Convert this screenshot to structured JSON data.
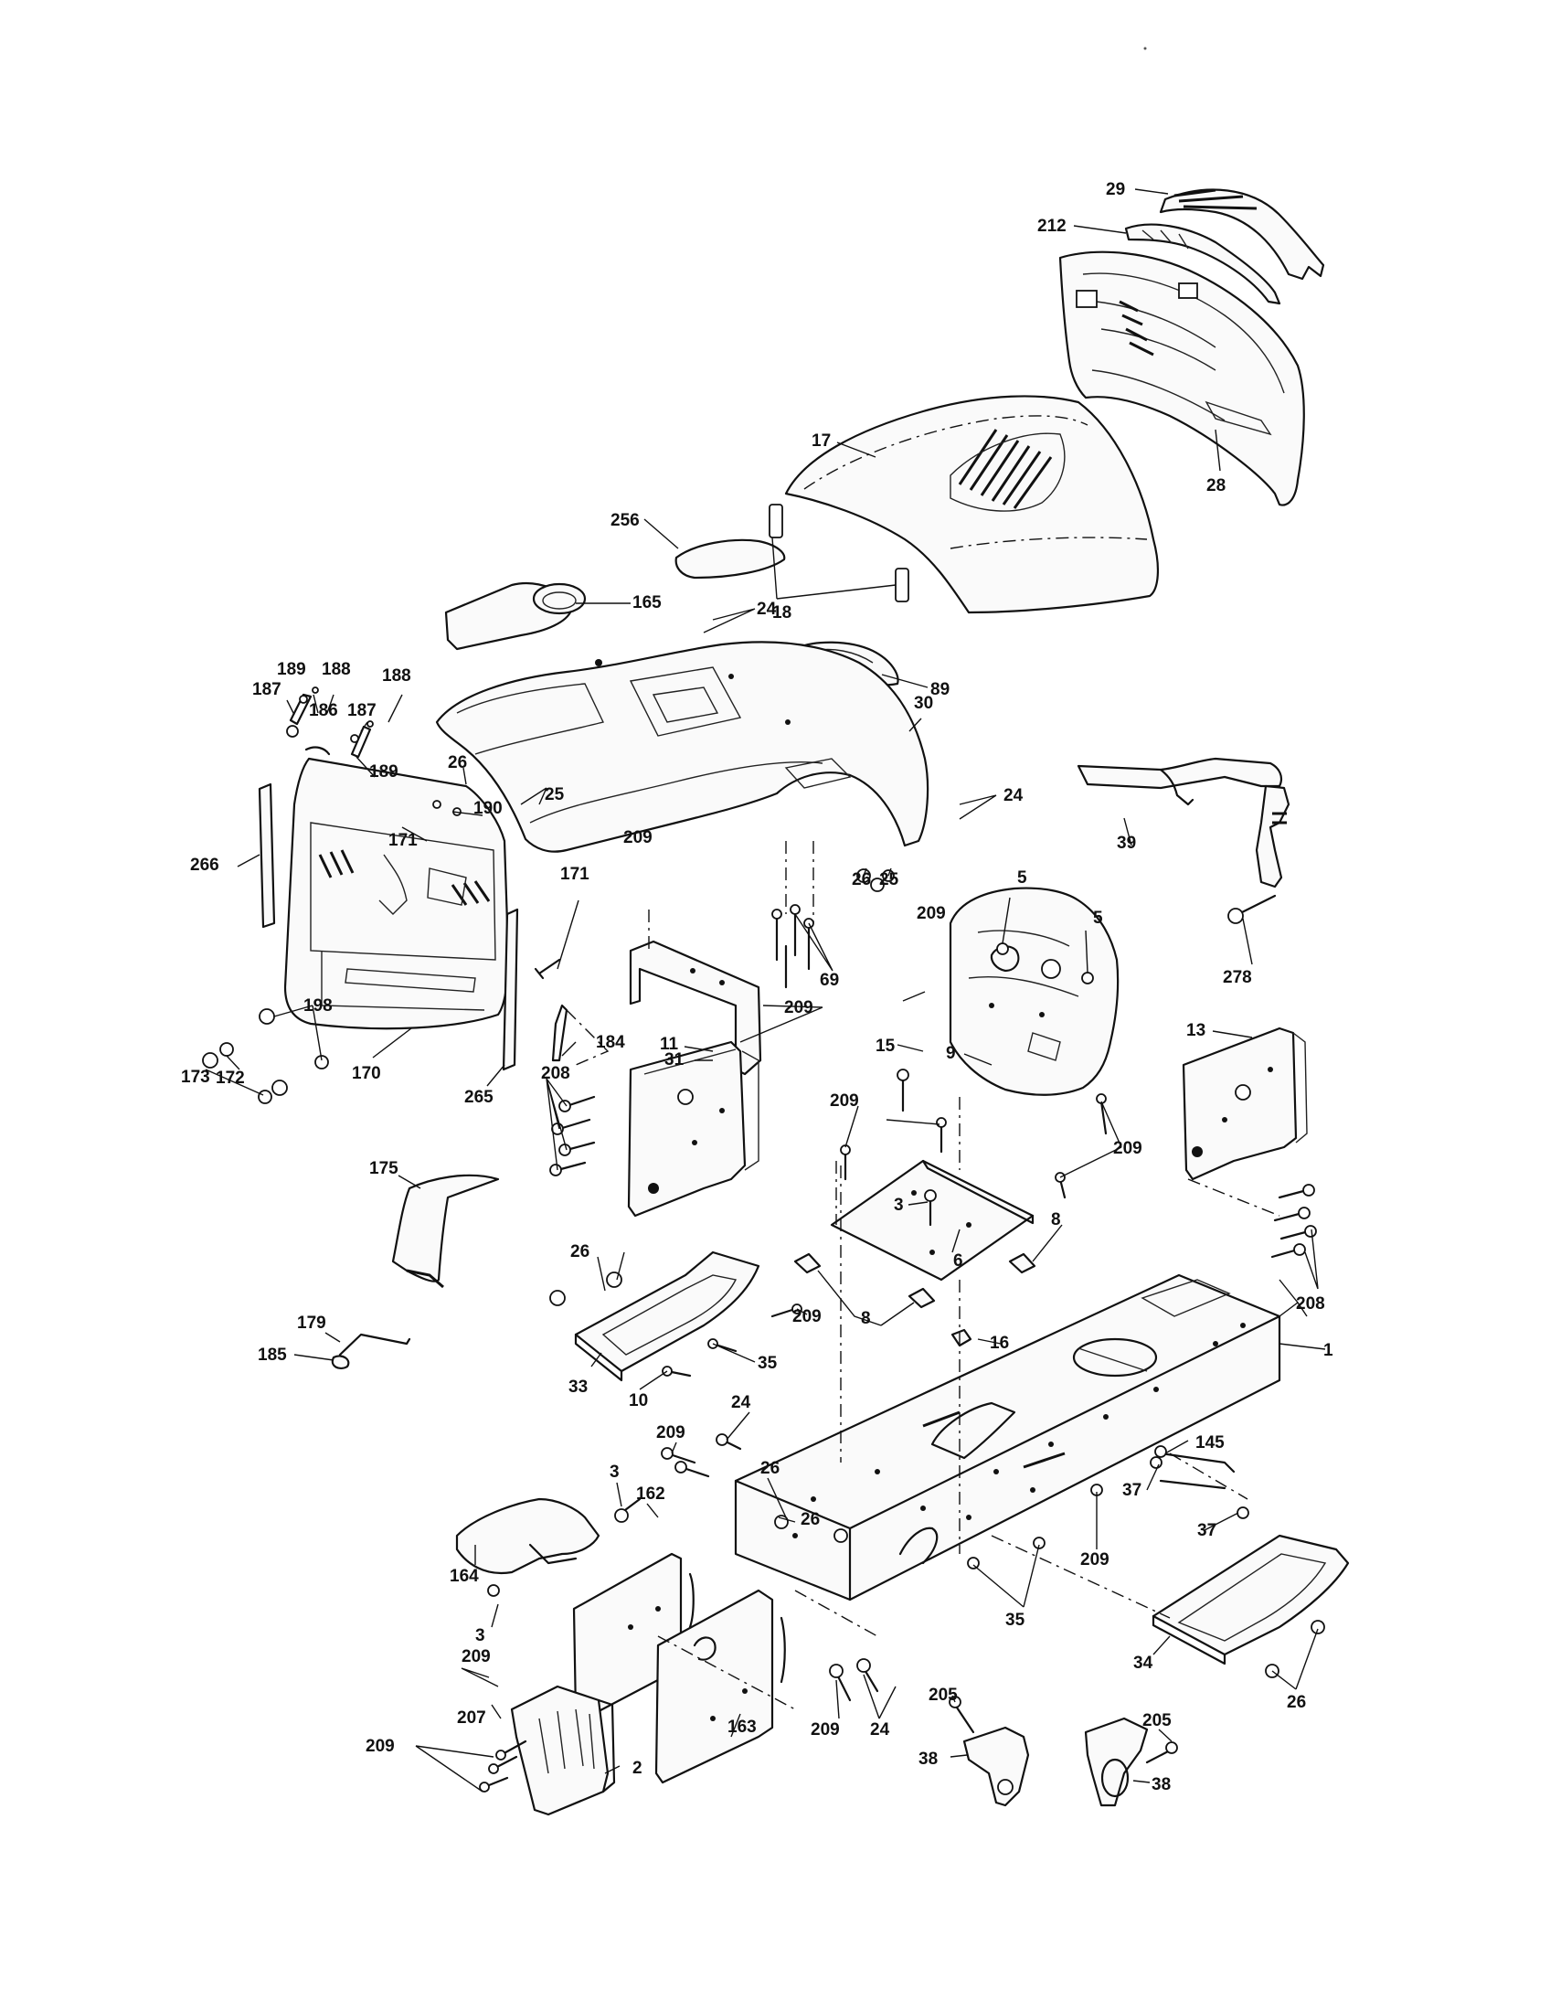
{
  "diagram": {
    "callouts": [
      {
        "id": "c-29",
        "label": "29"
      },
      {
        "id": "c-212",
        "label": "212"
      },
      {
        "id": "c-28",
        "label": "28"
      },
      {
        "id": "c-17",
        "label": "17"
      },
      {
        "id": "c-256",
        "label": "256"
      },
      {
        "id": "c-18",
        "label": "18"
      },
      {
        "id": "c-165",
        "label": "165"
      },
      {
        "id": "c-24a",
        "label": "24"
      },
      {
        "id": "c-89",
        "label": "89"
      },
      {
        "id": "c-30",
        "label": "30"
      },
      {
        "id": "c-24b",
        "label": "24"
      },
      {
        "id": "c-189a",
        "label": "189"
      },
      {
        "id": "c-188a",
        "label": "188"
      },
      {
        "id": "c-187a",
        "label": "187"
      },
      {
        "id": "c-188b",
        "label": "188"
      },
      {
        "id": "c-186",
        "label": "186"
      },
      {
        "id": "c-187b",
        "label": "187"
      },
      {
        "id": "c-189b",
        "label": "189"
      },
      {
        "id": "c-26a",
        "label": "26"
      },
      {
        "id": "c-25a",
        "label": "25"
      },
      {
        "id": "c-190",
        "label": "190"
      },
      {
        "id": "c-266",
        "label": "266"
      },
      {
        "id": "c-171a",
        "label": "171"
      },
      {
        "id": "c-171b",
        "label": "171"
      },
      {
        "id": "c-209a",
        "label": "209"
      },
      {
        "id": "c-26b",
        "label": "26"
      },
      {
        "id": "c-25b",
        "label": "25"
      },
      {
        "id": "c-39",
        "label": "39"
      },
      {
        "id": "c-5a",
        "label": "5"
      },
      {
        "id": "c-5b",
        "label": "5"
      },
      {
        "id": "c-209b",
        "label": "209"
      },
      {
        "id": "c-69",
        "label": "69"
      },
      {
        "id": "c-278",
        "label": "278"
      },
      {
        "id": "c-198",
        "label": "198"
      },
      {
        "id": "c-172",
        "label": "172"
      },
      {
        "id": "c-173",
        "label": "173"
      },
      {
        "id": "c-170",
        "label": "170"
      },
      {
        "id": "c-31",
        "label": "31"
      },
      {
        "id": "c-209c",
        "label": "209"
      },
      {
        "id": "c-9",
        "label": "9"
      },
      {
        "id": "c-184",
        "label": "184"
      },
      {
        "id": "c-265",
        "label": "265"
      },
      {
        "id": "c-11",
        "label": "11"
      },
      {
        "id": "c-15",
        "label": "15"
      },
      {
        "id": "c-13",
        "label": "13"
      },
      {
        "id": "c-208a",
        "label": "208"
      },
      {
        "id": "c-209d",
        "label": "209"
      },
      {
        "id": "c-209e",
        "label": "209"
      },
      {
        "id": "c-175",
        "label": "175"
      },
      {
        "id": "c-3a",
        "label": "3"
      },
      {
        "id": "c-8a",
        "label": "8"
      },
      {
        "id": "c-26c",
        "label": "26"
      },
      {
        "id": "c-6",
        "label": "6"
      },
      {
        "id": "c-209f",
        "label": "209"
      },
      {
        "id": "c-8b",
        "label": "8"
      },
      {
        "id": "c-208b",
        "label": "208"
      },
      {
        "id": "c-179",
        "label": "179"
      },
      {
        "id": "c-16",
        "label": "16"
      },
      {
        "id": "c-1",
        "label": "1"
      },
      {
        "id": "c-185",
        "label": "185"
      },
      {
        "id": "c-35a",
        "label": "35"
      },
      {
        "id": "c-33",
        "label": "33"
      },
      {
        "id": "c-10",
        "label": "10"
      },
      {
        "id": "c-24c",
        "label": "24"
      },
      {
        "id": "c-209g",
        "label": "209"
      },
      {
        "id": "c-145",
        "label": "145"
      },
      {
        "id": "c-37a",
        "label": "37"
      },
      {
        "id": "c-3b",
        "label": "3"
      },
      {
        "id": "c-162",
        "label": "162"
      },
      {
        "id": "c-26d",
        "label": "26"
      },
      {
        "id": "c-26e",
        "label": "26"
      },
      {
        "id": "c-209h",
        "label": "209"
      },
      {
        "id": "c-37b",
        "label": "37"
      },
      {
        "id": "c-164",
        "label": "164"
      },
      {
        "id": "c-3c",
        "label": "3"
      },
      {
        "id": "c-35b",
        "label": "35"
      },
      {
        "id": "c-34",
        "label": "34"
      },
      {
        "id": "c-209i",
        "label": "209"
      },
      {
        "id": "c-26f",
        "label": "26"
      },
      {
        "id": "c-207",
        "label": "207"
      },
      {
        "id": "c-205a",
        "label": "205"
      },
      {
        "id": "c-205b",
        "label": "205"
      },
      {
        "id": "c-163",
        "label": "163"
      },
      {
        "id": "c-209j",
        "label": "209"
      },
      {
        "id": "c-24d",
        "label": "24"
      },
      {
        "id": "c-38a",
        "label": "38"
      },
      {
        "id": "c-38b",
        "label": "38"
      },
      {
        "id": "c-209k",
        "label": "209"
      },
      {
        "id": "c-2",
        "label": "2"
      }
    ]
  }
}
